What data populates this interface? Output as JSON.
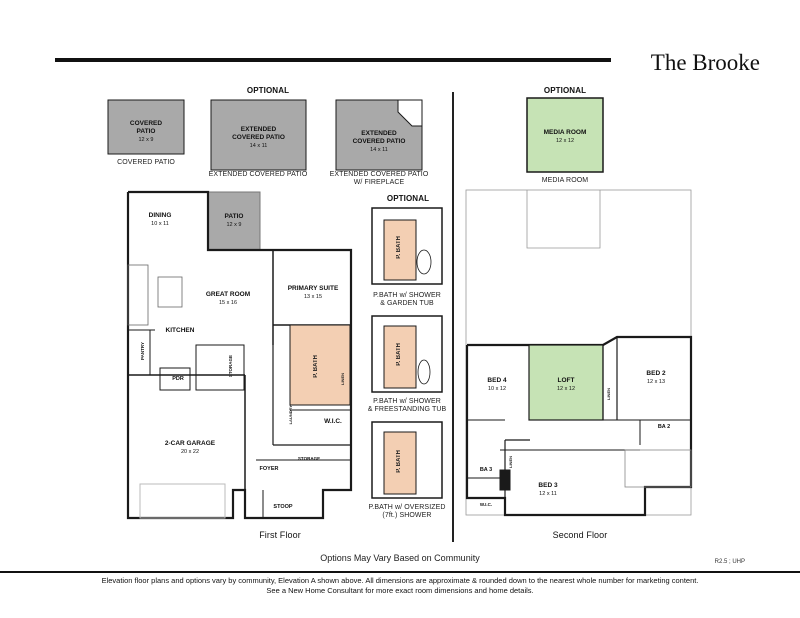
{
  "title": "The Brooke",
  "headers": {
    "optional_patio": "OPTIONAL",
    "optional_media": "OPTIONAL",
    "optional_bath": "OPTIONAL"
  },
  "patios": [
    {
      "name": "COVERED\nPATIO",
      "dims": "12 x 9",
      "caption": "COVERED PATIO"
    },
    {
      "name": "EXTENDED\nCOVERED PATIO",
      "dims": "14 x 11",
      "caption": "EXTENDED COVERED PATIO"
    },
    {
      "name": "EXTENDED\nCOVERED PATIO",
      "dims": "14 x 11",
      "caption": "EXTENDED COVERED PATIO\nW/ FIREPLACE"
    }
  ],
  "media_room": {
    "name": "MEDIA ROOM",
    "dims": "12 x 12",
    "caption": "MEDIA ROOM"
  },
  "first_floor": {
    "label": "First Floor",
    "rooms": {
      "dining": {
        "name": "DINING",
        "dims": "10 x 11"
      },
      "patio": {
        "name": "PATIO",
        "dims": "12 x 9"
      },
      "great_room": {
        "name": "GREAT ROOM",
        "dims": "15 x 16"
      },
      "kitchen": {
        "name": "KITCHEN"
      },
      "primary_suite": {
        "name": "PRIMARY SUITE",
        "dims": "13 x 15"
      },
      "pbath": {
        "name": "P. BATH"
      },
      "wic": {
        "name": "W.I.C."
      },
      "garage": {
        "name": "2-CAR GARAGE",
        "dims": "20 x 22"
      },
      "foyer": {
        "name": "FOYER"
      },
      "storage1": {
        "name": "STORAGE"
      },
      "storage2": {
        "name": "STORAGE"
      },
      "pdr": {
        "name": "PDR"
      },
      "pantry": {
        "name": "PANTRY"
      },
      "stoop": {
        "name": "STOOP"
      },
      "linen": {
        "name": "LINEN"
      },
      "laundry": {
        "name": "LAUNDRY"
      }
    }
  },
  "bath_options": [
    {
      "name": "P. BATH",
      "caption": "P.BATH w/ SHOWER\n& GARDEN TUB"
    },
    {
      "name": "P. BATH",
      "caption": "P.BATH w/ SHOWER\n& FREESTANDING TUB"
    },
    {
      "name": "P. BATH",
      "caption": "P.BATH w/ OVERSIZED\n(7ft.) SHOWER"
    }
  ],
  "second_floor": {
    "label": "Second Floor",
    "rooms": {
      "bed4": {
        "name": "BED 4",
        "dims": "10 x 12"
      },
      "loft": {
        "name": "LOFT",
        "dims": "12 x 12"
      },
      "bed2": {
        "name": "BED 2",
        "dims": "12 x 13"
      },
      "bed3": {
        "name": "BED 3",
        "dims": "12 x 11"
      },
      "ba2": {
        "name": "BA 2"
      },
      "ba3": {
        "name": "BA 3"
      },
      "wic": {
        "name": "W.I.C."
      },
      "linen": {
        "name": "LINEN"
      },
      "linen2": {
        "name": "LINEN"
      }
    }
  },
  "options_note": "Options May Vary Based on Community",
  "code": "R2.5 ; UHP",
  "disclaimer_1": "Elevation floor plans and options vary by community, Elevation A shown above. All dimensions are approximate & rounded down to the nearest whole number for marketing content.",
  "disclaimer_2": "See a New Home Consultant for more exact room dimensions and home details.",
  "colors": {
    "patio": "#a9a9a9",
    "media": "#c6e3b5",
    "bath": "#f3cfb3",
    "wall": "#1a1a1a",
    "line": "#888888"
  }
}
